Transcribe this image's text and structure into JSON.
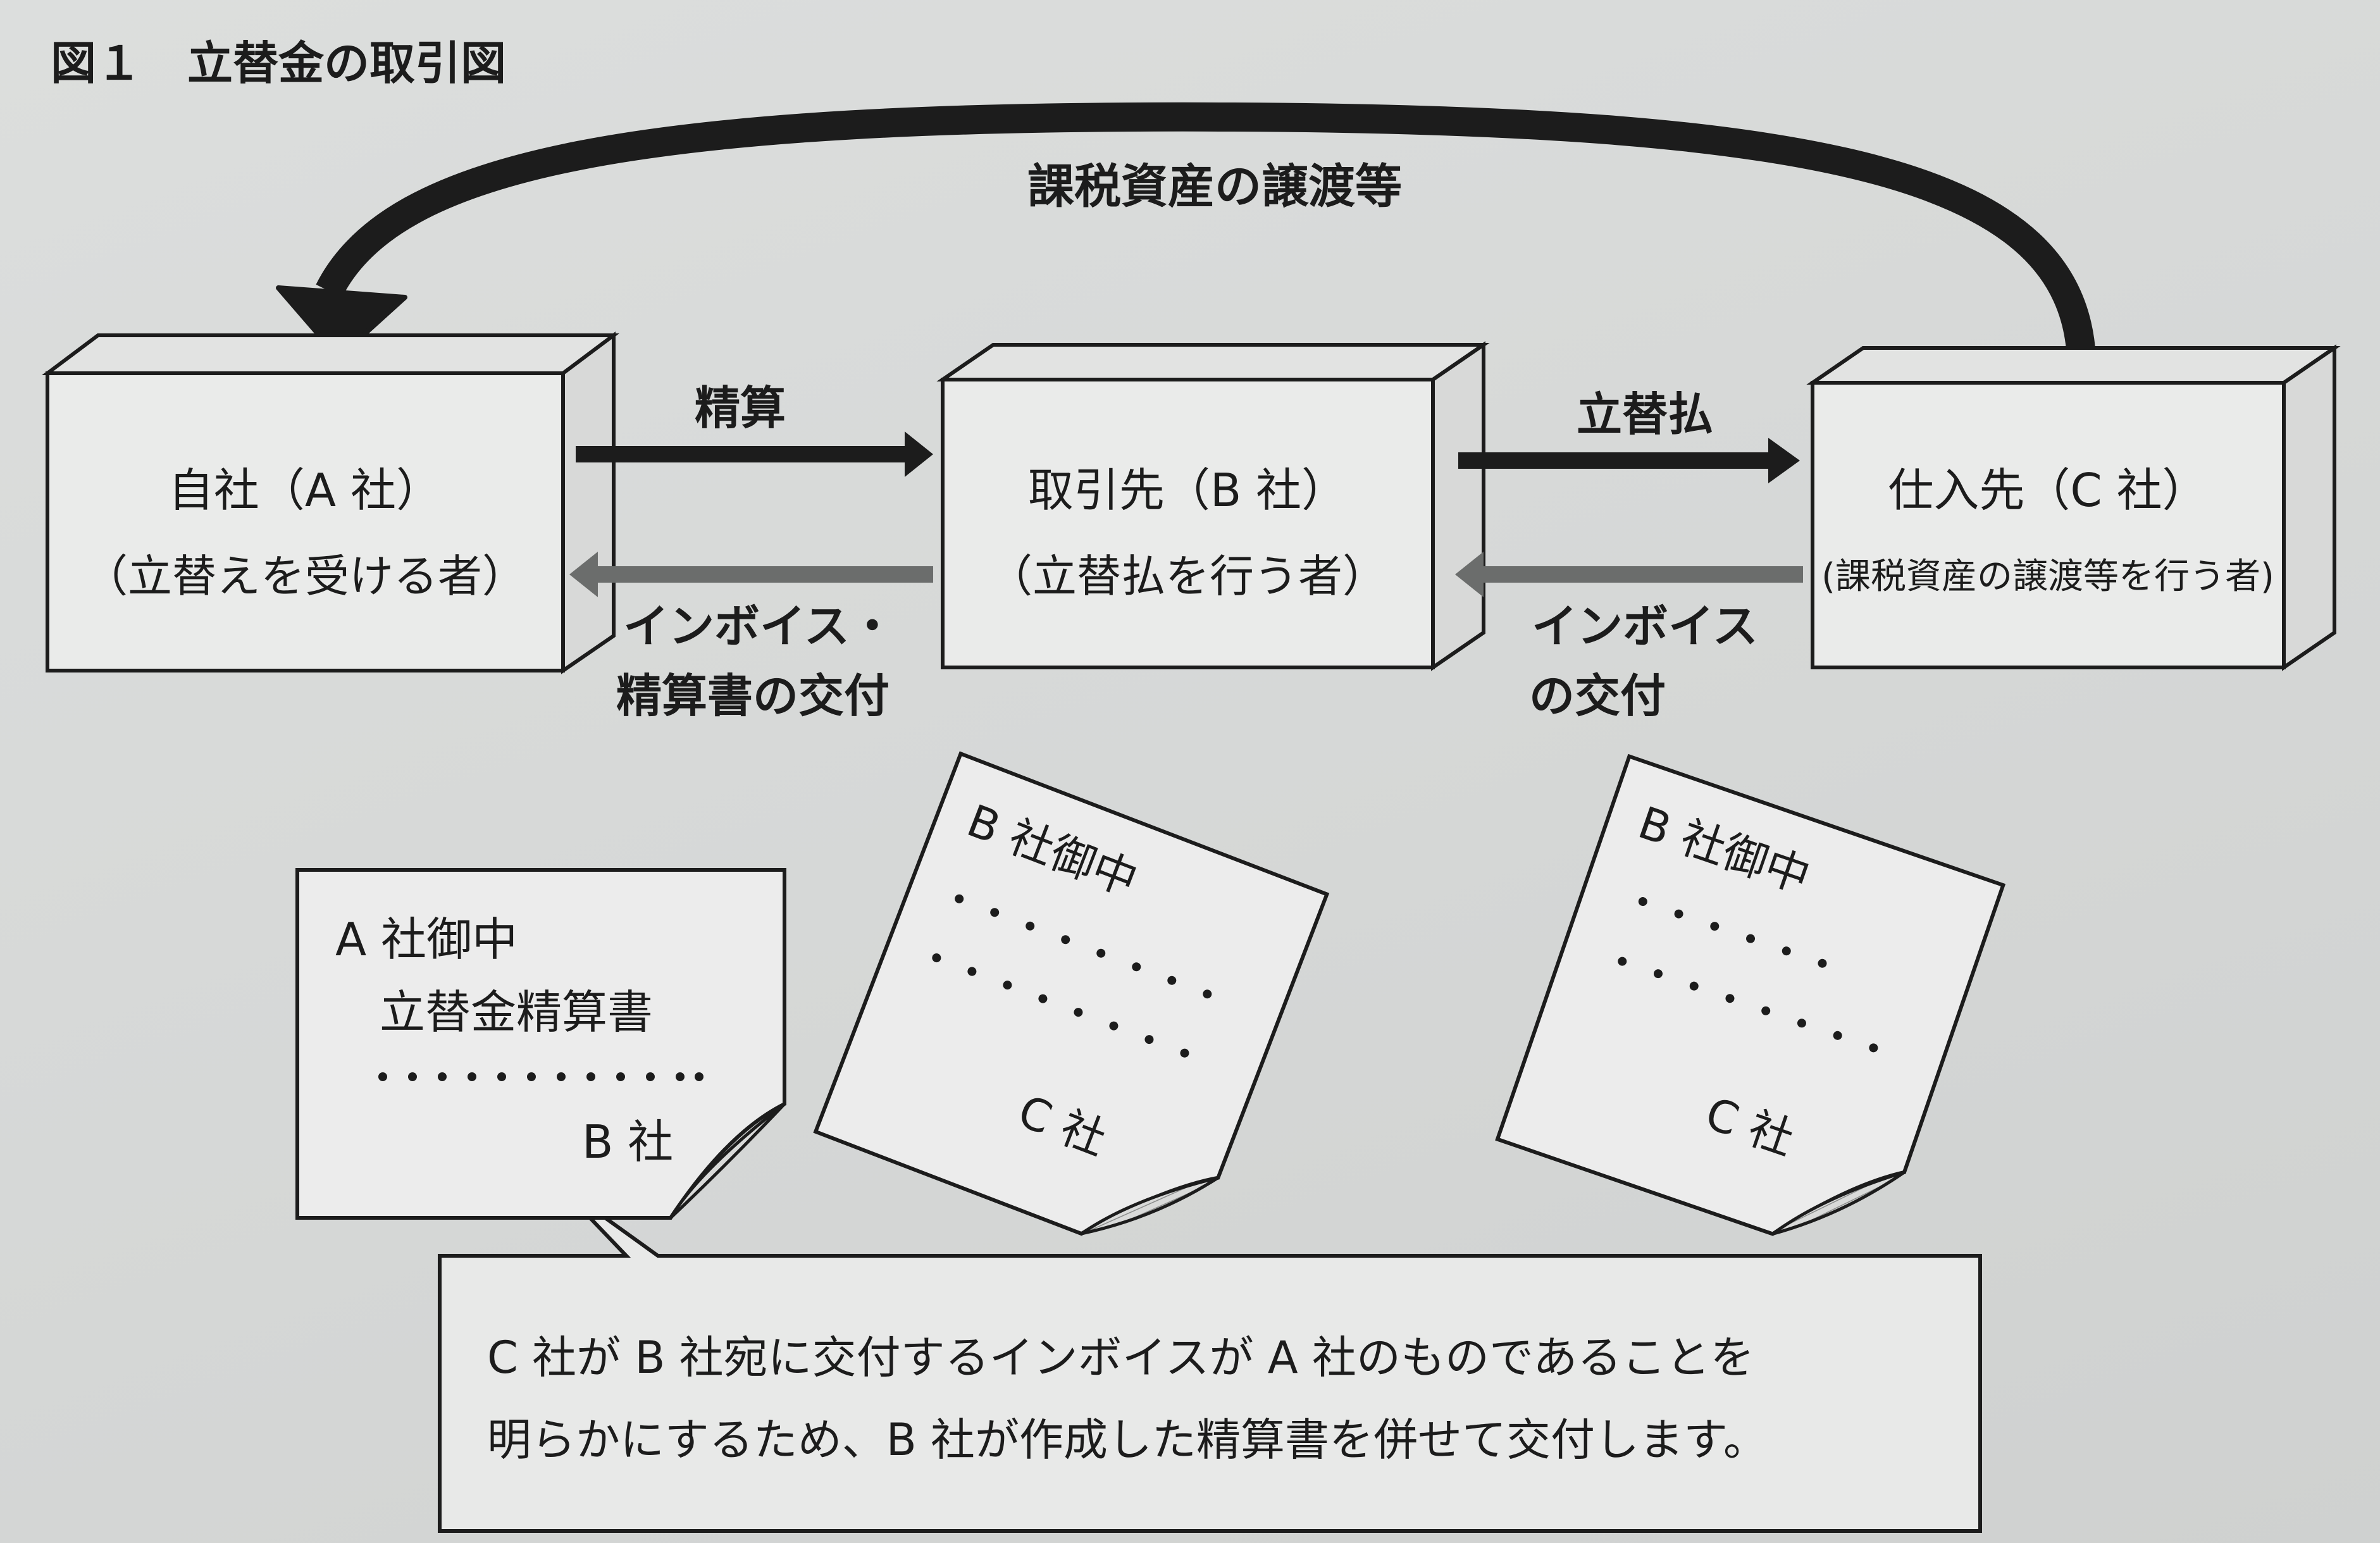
{
  "figure_title": "図１　立替金の取引図",
  "top_arrow_label": "課税資産の譲渡等",
  "boxes": {
    "a": {
      "line1": "自社（A 社）",
      "line2": "（立替えを受ける者）"
    },
    "b": {
      "line1": "取引先（B 社）",
      "line2": "（立替払を行う者）"
    },
    "c": {
      "line1": "仕入先（C 社）",
      "line2": "(課税資産の譲渡等を行う者)"
    }
  },
  "arrows": {
    "ab_top": "精算",
    "ab_bottom_line1": "インボイス・",
    "ab_bottom_line2": "精算書の交付",
    "bc_top": "立替払",
    "bc_bottom_line1": "インボイス",
    "bc_bottom_line2": "の交付"
  },
  "documents": {
    "settlement": {
      "to": "A 社御中",
      "title": "立替金精算書",
      "from": "B 社"
    },
    "invoice1": {
      "to": "B 社御中",
      "from": "C 社"
    },
    "invoice2": {
      "to": "B 社御中",
      "from": "C 社"
    }
  },
  "callout": {
    "line1": "C 社が B 社宛に交付するインボイスが A 社のものであることを",
    "line2": "明らかにするため、B 社が作成した精算書を併せて交付します。"
  },
  "colors": {
    "ink": "#1c1c1c",
    "box_face": "#eaebea",
    "box_side": "#dedfde",
    "grey_arrow": "#6b6d6c"
  }
}
